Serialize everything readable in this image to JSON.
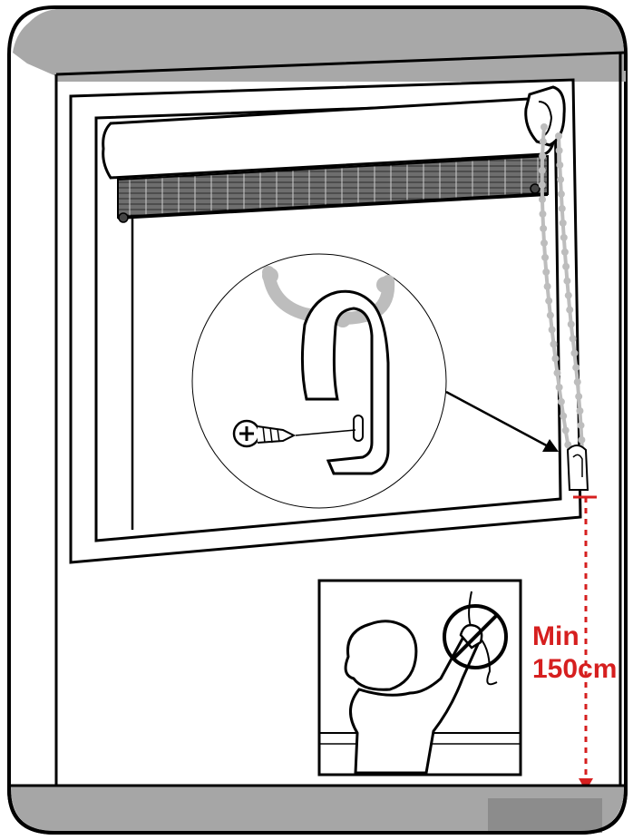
{
  "measurement": {
    "line1": "Min",
    "line2": "150cm",
    "color": "#d61f1f"
  },
  "palette": {
    "wall_shade": "#a8a8a8",
    "floor": "#a6a6a6",
    "floor_block": "#8c8c8c",
    "outline": "#000000",
    "cord": "#bdbdbd"
  },
  "icons": {
    "detail_callout": "cord-cleat-detail",
    "screw": "screw-icon",
    "warning": "child-safety-warning-icon"
  }
}
